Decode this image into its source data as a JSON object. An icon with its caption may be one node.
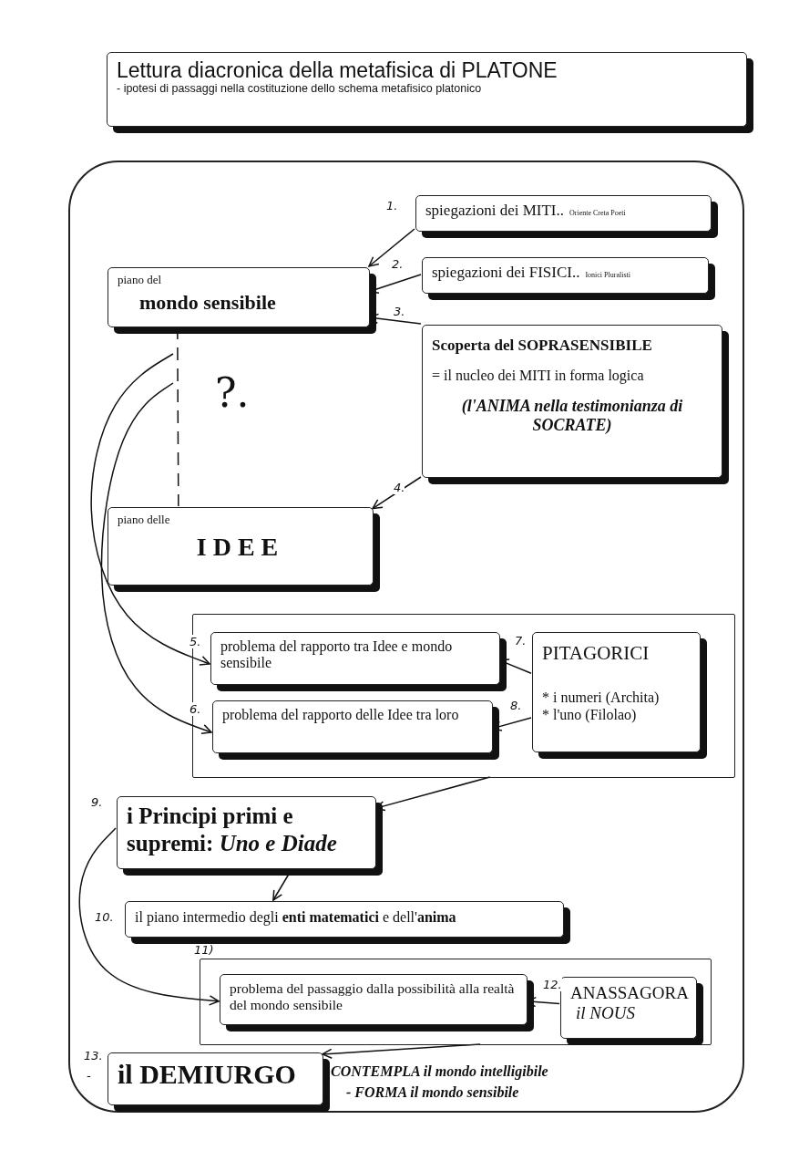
{
  "diagram": {
    "nodes": [
      {
        "text": [
          "Lettura diacronica della metafisica di PLATONE",
          "- ipotesi di passaggi nella costituzione dello schema metafisico platonico"
        ]
      },
      {
        "text": [],
        "shape": "box"
      },
      {
        "text": [
          "piano del",
          "mondo sensibile"
        ],
        "in": 1
      },
      {
        "text": [
          "spiegazioni dei MITI..",
          "Oriente Creta Poeti"
        ],
        "in": 1
      },
      {
        "text": [
          "spiegazioni dei FISICI..",
          "Ionici Pluralisti"
        ],
        "in": 1
      },
      {
        "text": [
          "Scoperta del SOPRASENSIBILE",
          "= il nucleo dei MITI in forma logica",
          "(l'ANIMA nella testimonianza di SOCRATE)"
        ],
        "in": 1
      },
      {
        "text": [
          "piano delle",
          "IDEE"
        ],
        "in": 1
      },
      {
        "text": [],
        "shape": "box",
        "in": 1
      },
      {
        "text": [
          "problema del rapporto tra Idee e mondo sensibile"
        ],
        "in": 7
      },
      {
        "text": [
          "problema del rapporto delle Idee tra loro"
        ],
        "in": 7
      },
      {
        "text": [
          "PITAGORICI",
          "* i numeri (Archita)",
          "* l'uno (Filolao)"
        ],
        "in": 7
      },
      {
        "text": [
          "i Principi primi e supremi: *Uno e Diade*"
        ],
        "in": 1,
        "beside": [
          "9."
        ]
      },
      {
        "text": [
          "il piano intermedio degli **enti matematici** e dell'**anima**"
        ],
        "in": 1,
        "beside": [
          "10."
        ]
      },
      {
        "text": [],
        "shape": "box",
        "in": 1,
        "beside": [
          "11)"
        ]
      },
      {
        "text": [
          "problema del passaggio dalla possibilità alla realtà del mondo sensibile"
        ],
        "in": 13
      },
      {
        "text": [
          "ANASSAGORA",
          "il NOUS"
        ],
        "in": 13
      },
      {
        "text": [
          "il DEMIURGO"
        ],
        "in": 1,
        "beside": [
          "13.",
          "-",
          "CONTEMPLA il mondo intelligibile",
          "- FORMA il mondo sensibile"
        ]
      }
    ],
    "edges": [
      {
        "from": 3,
        "to": 2,
        "arrow": "to",
        "label": "1."
      },
      {
        "from": 4,
        "to": 2,
        "arrow": "to",
        "label": "2."
      },
      {
        "from": 5,
        "to": 2,
        "arrow": "to",
        "label": "3."
      },
      {
        "from": 5,
        "to": 6,
        "arrow": "to",
        "label": "4."
      },
      {
        "from": 2,
        "to": 6,
        "arrow": "none",
        "style": "dashed"
      },
      {
        "from": null,
        "to": 8,
        "arrow": "to",
        "label": "5."
      },
      {
        "from": null,
        "to": 9,
        "arrow": "to",
        "label": "6."
      },
      {
        "from": 10,
        "to": 8,
        "arrow": "to",
        "label": "7."
      },
      {
        "from": 10,
        "to": 9,
        "arrow": "to",
        "label": "8."
      },
      {
        "from": 7,
        "to": 11,
        "arrow": "to"
      },
      {
        "from": 11,
        "to": 12,
        "arrow": "to"
      },
      {
        "from": 11,
        "to": 14,
        "arrow": "to"
      },
      {
        "from": 15,
        "to": 14,
        "arrow": "to",
        "label": "12."
      },
      {
        "from": 13,
        "to": 16,
        "arrow": "to"
      }
    ],
    "labels": [
      "?."
    ]
  }
}
